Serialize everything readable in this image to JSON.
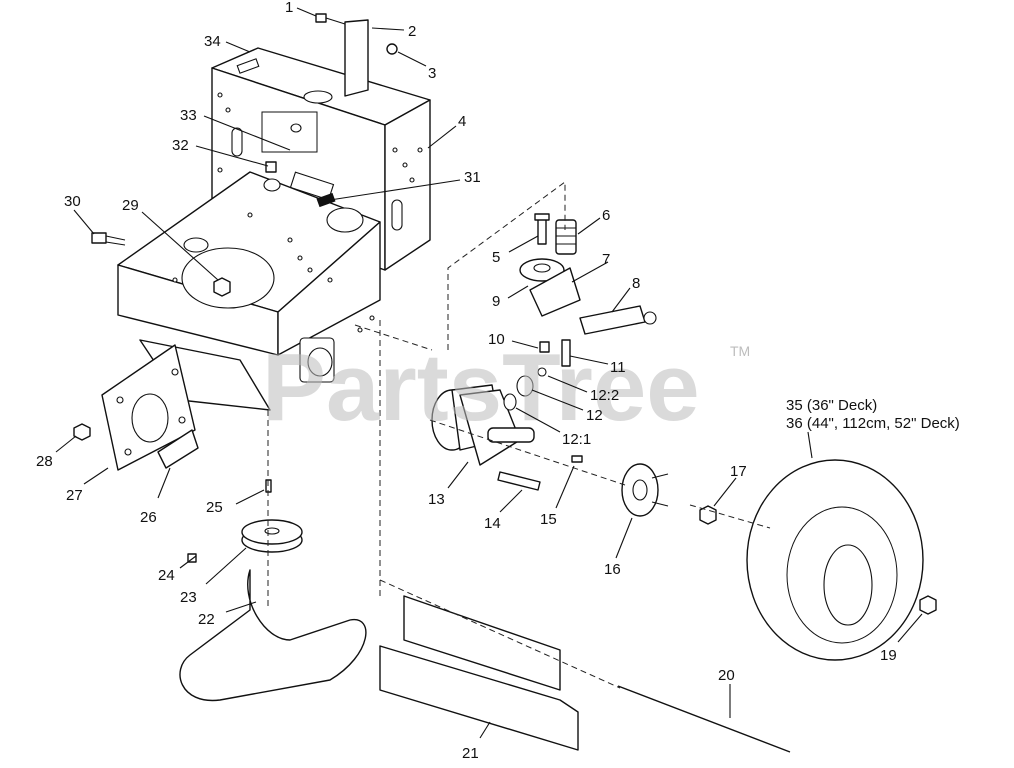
{
  "watermark": {
    "text": "PartsTree",
    "trademark": "TM"
  },
  "callouts": [
    {
      "id": "c1",
      "text": "1"
    },
    {
      "id": "c2",
      "text": "2"
    },
    {
      "id": "c3",
      "text": "3"
    },
    {
      "id": "c4",
      "text": "4"
    },
    {
      "id": "c5",
      "text": "5"
    },
    {
      "id": "c6",
      "text": "6"
    },
    {
      "id": "c7",
      "text": "7"
    },
    {
      "id": "c8",
      "text": "8"
    },
    {
      "id": "c9",
      "text": "9"
    },
    {
      "id": "c10",
      "text": "10"
    },
    {
      "id": "c11",
      "text": "11"
    },
    {
      "id": "c12",
      "text": "12"
    },
    {
      "id": "c12_2",
      "text": "12:2"
    },
    {
      "id": "c12_1",
      "text": "12:1"
    },
    {
      "id": "c13",
      "text": "13"
    },
    {
      "id": "c14",
      "text": "14"
    },
    {
      "id": "c15",
      "text": "15"
    },
    {
      "id": "c16",
      "text": "16"
    },
    {
      "id": "c17",
      "text": "17"
    },
    {
      "id": "c19",
      "text": "19"
    },
    {
      "id": "c20",
      "text": "20"
    },
    {
      "id": "c21",
      "text": "21"
    },
    {
      "id": "c22",
      "text": "22"
    },
    {
      "id": "c23",
      "text": "23"
    },
    {
      "id": "c24",
      "text": "24"
    },
    {
      "id": "c25",
      "text": "25"
    },
    {
      "id": "c26",
      "text": "26"
    },
    {
      "id": "c27",
      "text": "27"
    },
    {
      "id": "c28",
      "text": "28"
    },
    {
      "id": "c29",
      "text": "29"
    },
    {
      "id": "c30",
      "text": "30"
    },
    {
      "id": "c31",
      "text": "31"
    },
    {
      "id": "c32",
      "text": "32"
    },
    {
      "id": "c33",
      "text": "33"
    },
    {
      "id": "c34",
      "text": "34"
    }
  ],
  "deck_labels": {
    "line1": "35 (36\" Deck)",
    "line2": "36 (44\", 112cm, 52\" Deck)"
  }
}
